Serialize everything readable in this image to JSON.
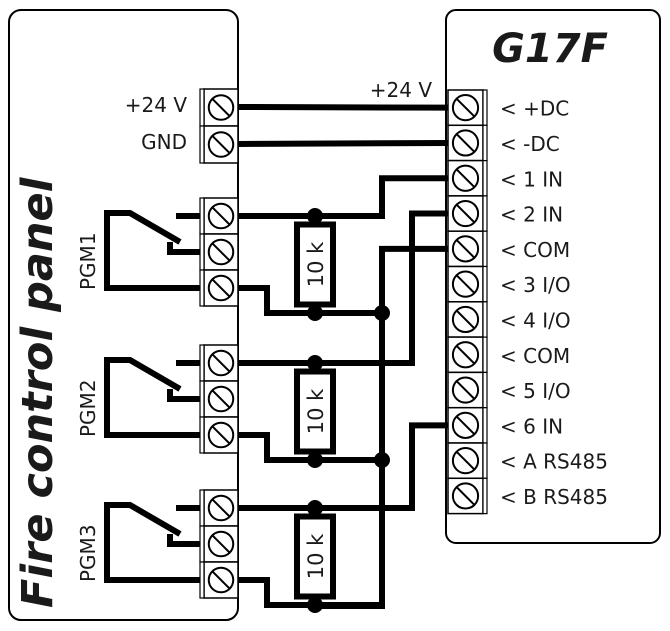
{
  "panel": {
    "title": "Fire control panel",
    "power_terminals": [
      {
        "label": "+24 V"
      },
      {
        "label": "GND"
      }
    ],
    "pgm_outputs": [
      {
        "label": "PGM1"
      },
      {
        "label": "PGM2"
      },
      {
        "label": "PGM3"
      }
    ]
  },
  "device": {
    "title": "G17F",
    "terminals": [
      {
        "label": "< +DC"
      },
      {
        "label": "< -DC"
      },
      {
        "label": "< 1 IN"
      },
      {
        "label": "< 2 IN"
      },
      {
        "label": "< COM"
      },
      {
        "label": "< 3 I/O"
      },
      {
        "label": "< 4 I/O"
      },
      {
        "label": "< COM"
      },
      {
        "label": "< 5 I/O"
      },
      {
        "label": "< 6 IN"
      },
      {
        "label": "< A RS485"
      },
      {
        "label": "< B RS485"
      }
    ]
  },
  "wiring": {
    "supply_label": "+24 V",
    "resistors": [
      {
        "label": "10 k"
      },
      {
        "label": "10 k"
      },
      {
        "label": "10 k"
      }
    ]
  },
  "colors": {
    "line": "#000000",
    "text": "#1a1a1a",
    "background": "#ffffff"
  }
}
